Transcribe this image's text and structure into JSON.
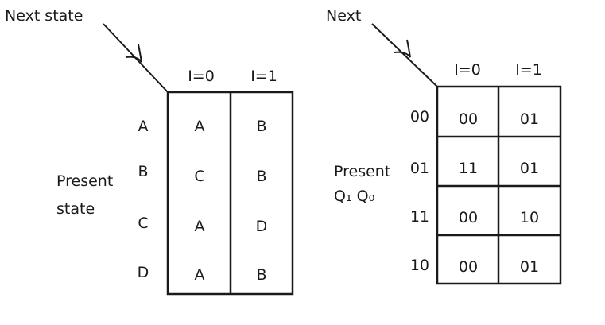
{
  "left_table": {
    "arrow_label": "Next state",
    "col_headers": [
      "I=0",
      "I=1"
    ],
    "row_title_line1": "Present",
    "row_title_line2": "state",
    "row_labels": [
      "A",
      "B",
      "C",
      "D"
    ],
    "cells": [
      [
        "A",
        "B"
      ],
      [
        "C",
        "B"
      ],
      [
        "A",
        "D"
      ],
      [
        "A",
        "B"
      ]
    ]
  },
  "right_table": {
    "arrow_label": "Next",
    "col_headers": [
      "I=0",
      "I=1"
    ],
    "row_title_line1": "Present",
    "row_title_line2": "Q₁ Q₀",
    "row_labels": [
      "00",
      "01",
      "11",
      "10"
    ],
    "cells": [
      [
        "00",
        "01"
      ],
      [
        "11",
        "01"
      ],
      [
        "00",
        "10"
      ],
      [
        "00",
        "01"
      ]
    ]
  }
}
